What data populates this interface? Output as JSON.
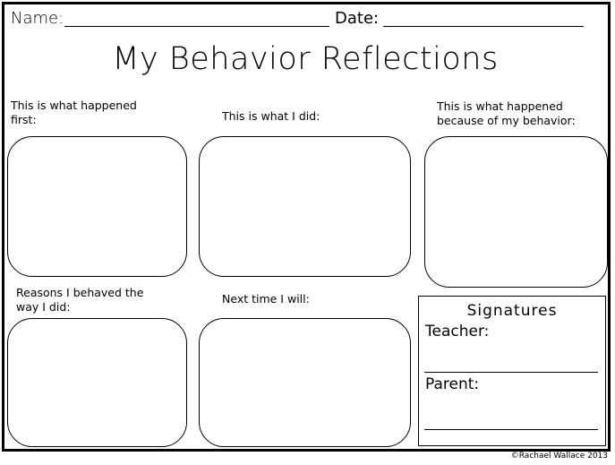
{
  "header": {
    "name_label": "Name:",
    "date_label": "Date:"
  },
  "title": "My Behavior Reflections",
  "sections": [
    {
      "label": "This is what happened first:"
    },
    {
      "label": "This is what I did:"
    },
    {
      "label": "This is what happened because of my behavior:"
    },
    {
      "label": "Reasons I behaved the way I did:"
    },
    {
      "label": "Next time I will:"
    }
  ],
  "signatures": {
    "title": "Signatures",
    "teacher_label": "Teacher:",
    "parent_label": "Parent:"
  },
  "footer": {
    "copyright": "©Rachael Wallace 2013"
  }
}
